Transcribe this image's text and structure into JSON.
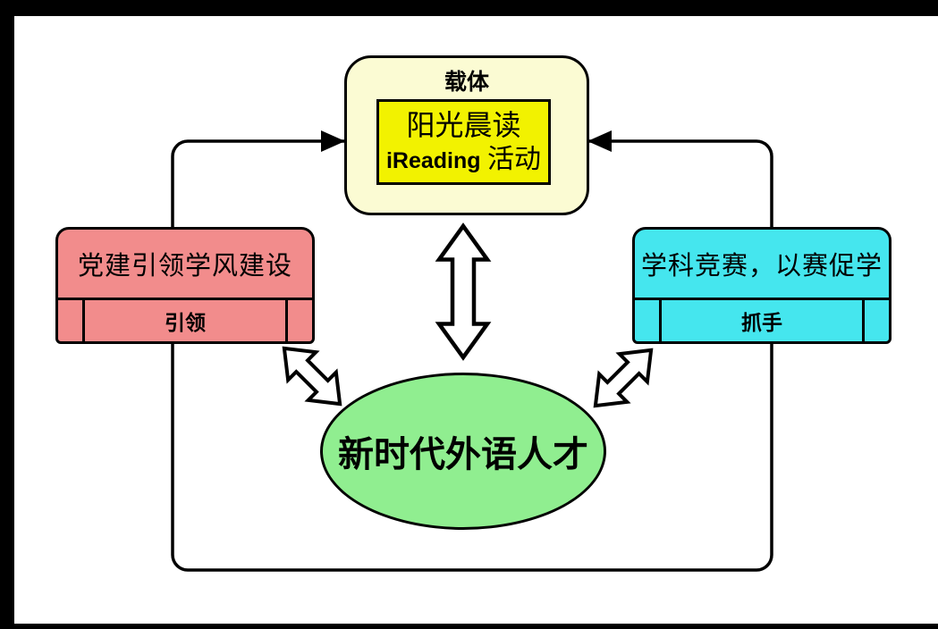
{
  "frame": {
    "border_color": "#000000",
    "background": "#FFFFFF",
    "stroke_color": "#000000"
  },
  "top_box": {
    "title": "载体",
    "inner_line1": "阳光晨读",
    "inner_line2_bold": "iReading",
    "inner_line2_rest": " 活动",
    "fill": "#FBFBD3",
    "inner_fill": "#F2F200"
  },
  "left_box": {
    "title": "党建引领学风建设",
    "band_label": "引领",
    "fill": "#F28C8C"
  },
  "right_box": {
    "title": "学科竞赛，以赛促学",
    "band_label": "抓手",
    "fill": "#45E6EE"
  },
  "ellipse": {
    "label": "新时代外语人才",
    "fill": "#90EE90"
  }
}
